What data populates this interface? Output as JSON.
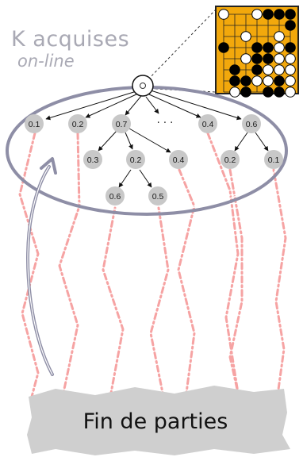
{
  "title": {
    "line1": "K acquises",
    "line2": "on-line"
  },
  "footer_label": "Fin de parties",
  "ellipsis": "· · ·",
  "tree": {
    "root": "",
    "level1": [
      "0.1",
      "0.2",
      "0.7",
      "0.4",
      "0.6"
    ],
    "level2": [
      "0.3",
      "0.2",
      "0.4",
      "0.2",
      "0.1"
    ],
    "level3": [
      "0.6",
      "0.5"
    ]
  },
  "go_board": {
    "size": 7,
    "stones": [
      [
        "w",
        "e",
        "e",
        "w",
        "b",
        "b",
        "b"
      ],
      [
        "e",
        "e",
        "e",
        "e",
        "e",
        "e",
        "b"
      ],
      [
        "e",
        "e",
        "w",
        "e",
        "e",
        "w",
        "e"
      ],
      [
        "b",
        "e",
        "e",
        "b",
        "b",
        "w",
        "b"
      ],
      [
        "e",
        "e",
        "w",
        "b",
        "b",
        "w",
        "w"
      ],
      [
        "e",
        "b",
        "e",
        "b",
        "w",
        "w",
        "w"
      ],
      [
        "e",
        "b",
        "b",
        "w",
        "w",
        "b",
        "w"
      ],
      [
        "e",
        "w",
        "b",
        "e",
        "b",
        "b",
        "w"
      ]
    ]
  },
  "colors": {
    "ellipse": "#8e8ea6",
    "playout": "#f6a3a3",
    "node_fill": "#c8c8c8",
    "board": "#f2a80c",
    "footer_blob": "#cfcfcf"
  }
}
